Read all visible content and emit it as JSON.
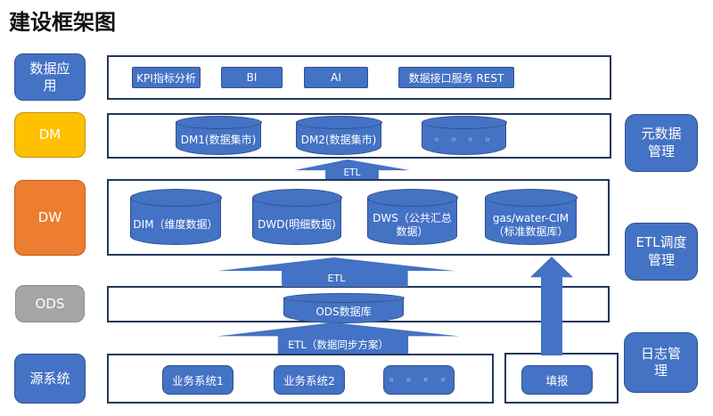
{
  "title": "建设框架图",
  "colors": {
    "blue": "#4472C4",
    "blue_border": "#2F528F",
    "gold": "#FFC000",
    "orange": "#ED7D31",
    "gray": "#A5A5A5",
    "box_border": "#24365C",
    "text_on_fill": "#FFFFFF",
    "title_text": "#111111"
  },
  "left_labels": [
    "数据应\n用",
    "DM",
    "DW",
    "ODS",
    "源系统"
  ],
  "right_labels": [
    "元数据\n管理",
    "ETL调度\n管理",
    "日志管\n理"
  ],
  "app_row": {
    "items": [
      "KPI指标分析",
      "BI",
      "AI",
      "数据接口服务 REST"
    ]
  },
  "dm_row": {
    "cylinders": [
      "DM1(数据集市)",
      "DM2(数据集市)",
      "◦ ◦ ◦ ◦"
    ]
  },
  "dw_row": {
    "cylinders": [
      "DIM（维度数据）",
      "DWD(明细数据)",
      "DWS（公共汇总\n数据）",
      "gas/water-CIM\n（标准数据库）"
    ]
  },
  "ods_row": {
    "cylinder": "ODS数据库"
  },
  "source_row": {
    "items": [
      "业务系统1",
      "业务系统2",
      "◦ ◦ ◦ ◦"
    ],
    "fill": "填报"
  },
  "arrows": {
    "dm_etl": "ETL",
    "dw_etl": "ETL",
    "sync_etl": "ETL（数据同步方案）"
  }
}
